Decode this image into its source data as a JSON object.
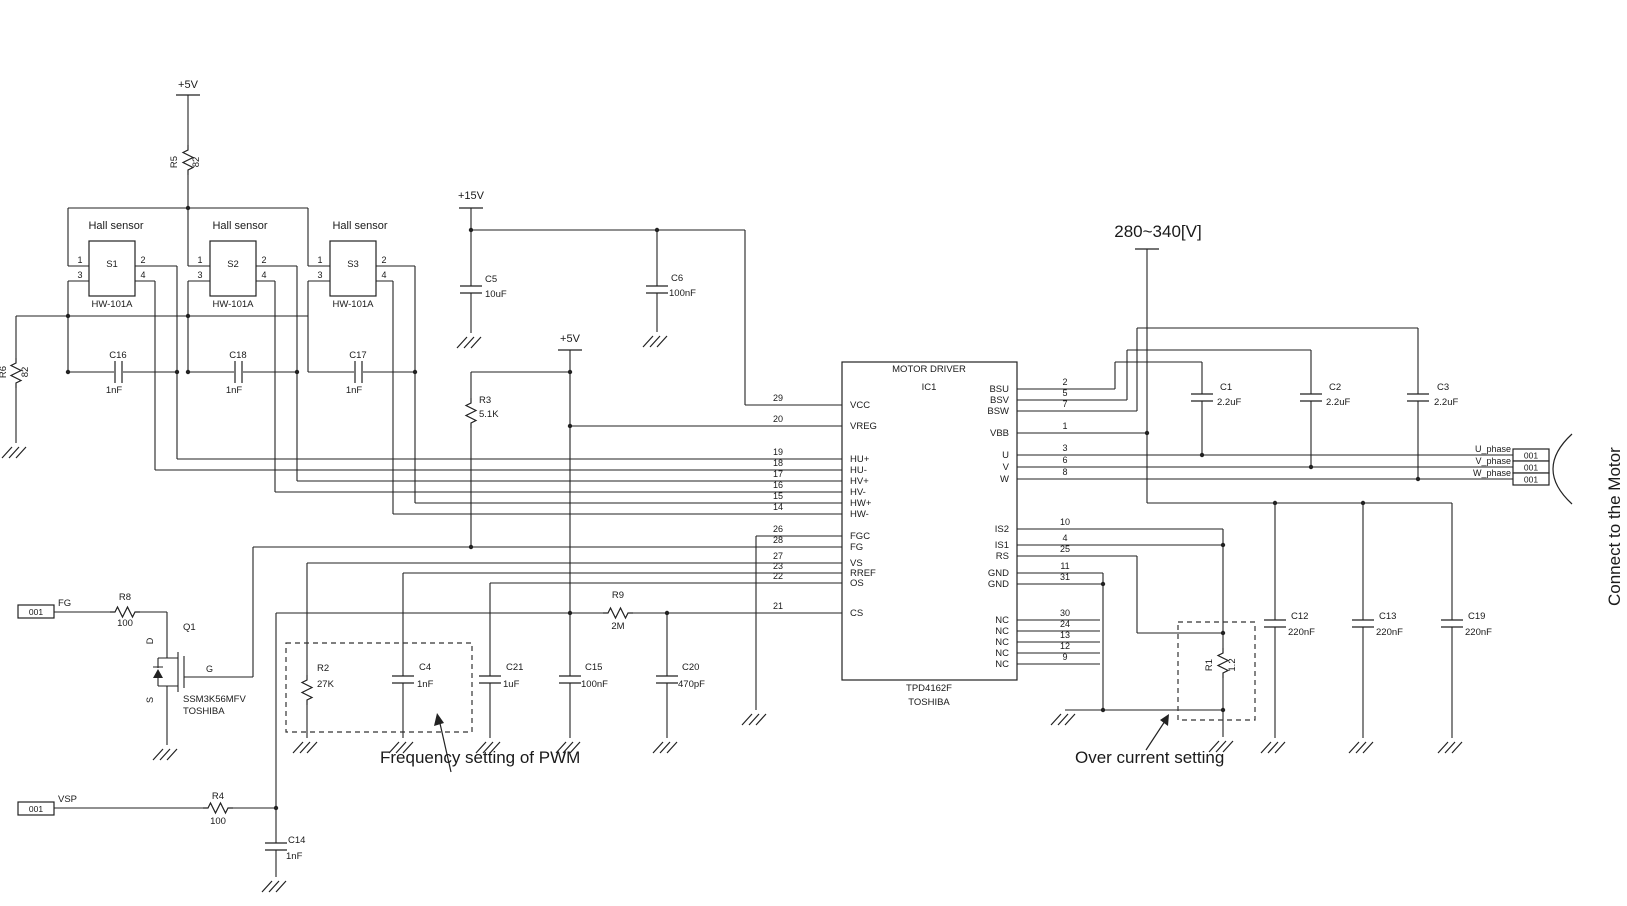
{
  "power": {
    "v5": "+5V",
    "v15": "+15V",
    "hv": "280~340[V]"
  },
  "hall": {
    "caption": "Hall sensor",
    "model": "HW-101A",
    "sensors": [
      {
        "ref": "S1"
      },
      {
        "ref": "S2"
      },
      {
        "ref": "S3"
      }
    ],
    "pins": {
      "p1": "1",
      "p2": "2",
      "p3": "3",
      "p4": "4"
    }
  },
  "ic": {
    "title": "MOTOR DRIVER",
    "ref": "IC1",
    "part": "TPD4162F",
    "brand": "TOSHIBA",
    "left_pins": [
      {
        "num": "29",
        "name": "VCC"
      },
      {
        "num": "20",
        "name": "VREG"
      },
      {
        "num": "19",
        "name": "HU+"
      },
      {
        "num": "18",
        "name": "HU-"
      },
      {
        "num": "17",
        "name": "HV+"
      },
      {
        "num": "16",
        "name": "HV-"
      },
      {
        "num": "15",
        "name": "HW+"
      },
      {
        "num": "14",
        "name": "HW-"
      },
      {
        "num": "26",
        "name": "FGC"
      },
      {
        "num": "28",
        "name": "FG"
      },
      {
        "num": "27",
        "name": "VS"
      },
      {
        "num": "23",
        "name": "RREF"
      },
      {
        "num": "22",
        "name": "OS"
      },
      {
        "num": "21",
        "name": "CS"
      }
    ],
    "right_pins": [
      {
        "num": "2",
        "name": "BSU"
      },
      {
        "num": "5",
        "name": "BSV"
      },
      {
        "num": "7",
        "name": "BSW"
      },
      {
        "num": "1",
        "name": "VBB"
      },
      {
        "num": "3",
        "name": "U"
      },
      {
        "num": "6",
        "name": "V"
      },
      {
        "num": "8",
        "name": "W"
      },
      {
        "num": "10",
        "name": "IS2"
      },
      {
        "num": "4",
        "name": "IS1"
      },
      {
        "num": "25",
        "name": "RS"
      },
      {
        "num": "11",
        "name": "GND"
      },
      {
        "num": "31",
        "name": "GND"
      },
      {
        "num": "30",
        "name": "NC"
      },
      {
        "num": "24",
        "name": "NC"
      },
      {
        "num": "13",
        "name": "NC"
      },
      {
        "num": "12",
        "name": "NC"
      },
      {
        "num": "9",
        "name": "NC"
      }
    ]
  },
  "resistors": {
    "r5": {
      "ref": "R5",
      "value": "82"
    },
    "r6": {
      "ref": "R6",
      "value": "82"
    },
    "r3": {
      "ref": "R3",
      "value": "5.1K"
    },
    "r8": {
      "ref": "R8",
      "value": "100"
    },
    "r4": {
      "ref": "R4",
      "value": "100"
    },
    "r9": {
      "ref": "R9",
      "value": "2M"
    },
    "r2": {
      "ref": "R2",
      "value": "27K"
    },
    "r1": {
      "ref": "R1",
      "value": "1.2"
    }
  },
  "capacitors": {
    "c16": {
      "ref": "C16",
      "value": "1nF"
    },
    "c18": {
      "ref": "C18",
      "value": "1nF"
    },
    "c17": {
      "ref": "C17",
      "value": "1nF"
    },
    "c5": {
      "ref": "C5",
      "value": "10uF"
    },
    "c6": {
      "ref": "C6",
      "value": "100nF"
    },
    "c1": {
      "ref": "C1",
      "value": "2.2uF"
    },
    "c2": {
      "ref": "C2",
      "value": "2.2uF"
    },
    "c3": {
      "ref": "C3",
      "value": "2.2uF"
    },
    "c4": {
      "ref": "C4",
      "value": "1nF"
    },
    "c21": {
      "ref": "C21",
      "value": "1uF"
    },
    "c15": {
      "ref": "C15",
      "value": "100nF"
    },
    "c20": {
      "ref": "C20",
      "value": "470pF"
    },
    "c14": {
      "ref": "C14",
      "value": "1nF"
    },
    "c12": {
      "ref": "C12",
      "value": "220nF"
    },
    "c13": {
      "ref": "C13",
      "value": "220nF"
    },
    "c19": {
      "ref": "C19",
      "value": "220nF"
    }
  },
  "transistor": {
    "ref": "Q1",
    "part": "SSM3K56MFV",
    "brand": "TOSHIBA",
    "d": "D",
    "g": "G",
    "s": "S"
  },
  "connectors": {
    "fg": {
      "label": "FG",
      "value": "001"
    },
    "vsp": {
      "label": "VSP",
      "value": "001"
    },
    "phases": [
      {
        "label": "U_phase",
        "value": "001"
      },
      {
        "label": "V_phase",
        "value": "001"
      },
      {
        "label": "W_phase",
        "value": "001"
      }
    ]
  },
  "annotations": {
    "pwm": "Frequency setting of PWM",
    "overcurrent": "Over current setting",
    "motor": "Connect to the Motor"
  }
}
